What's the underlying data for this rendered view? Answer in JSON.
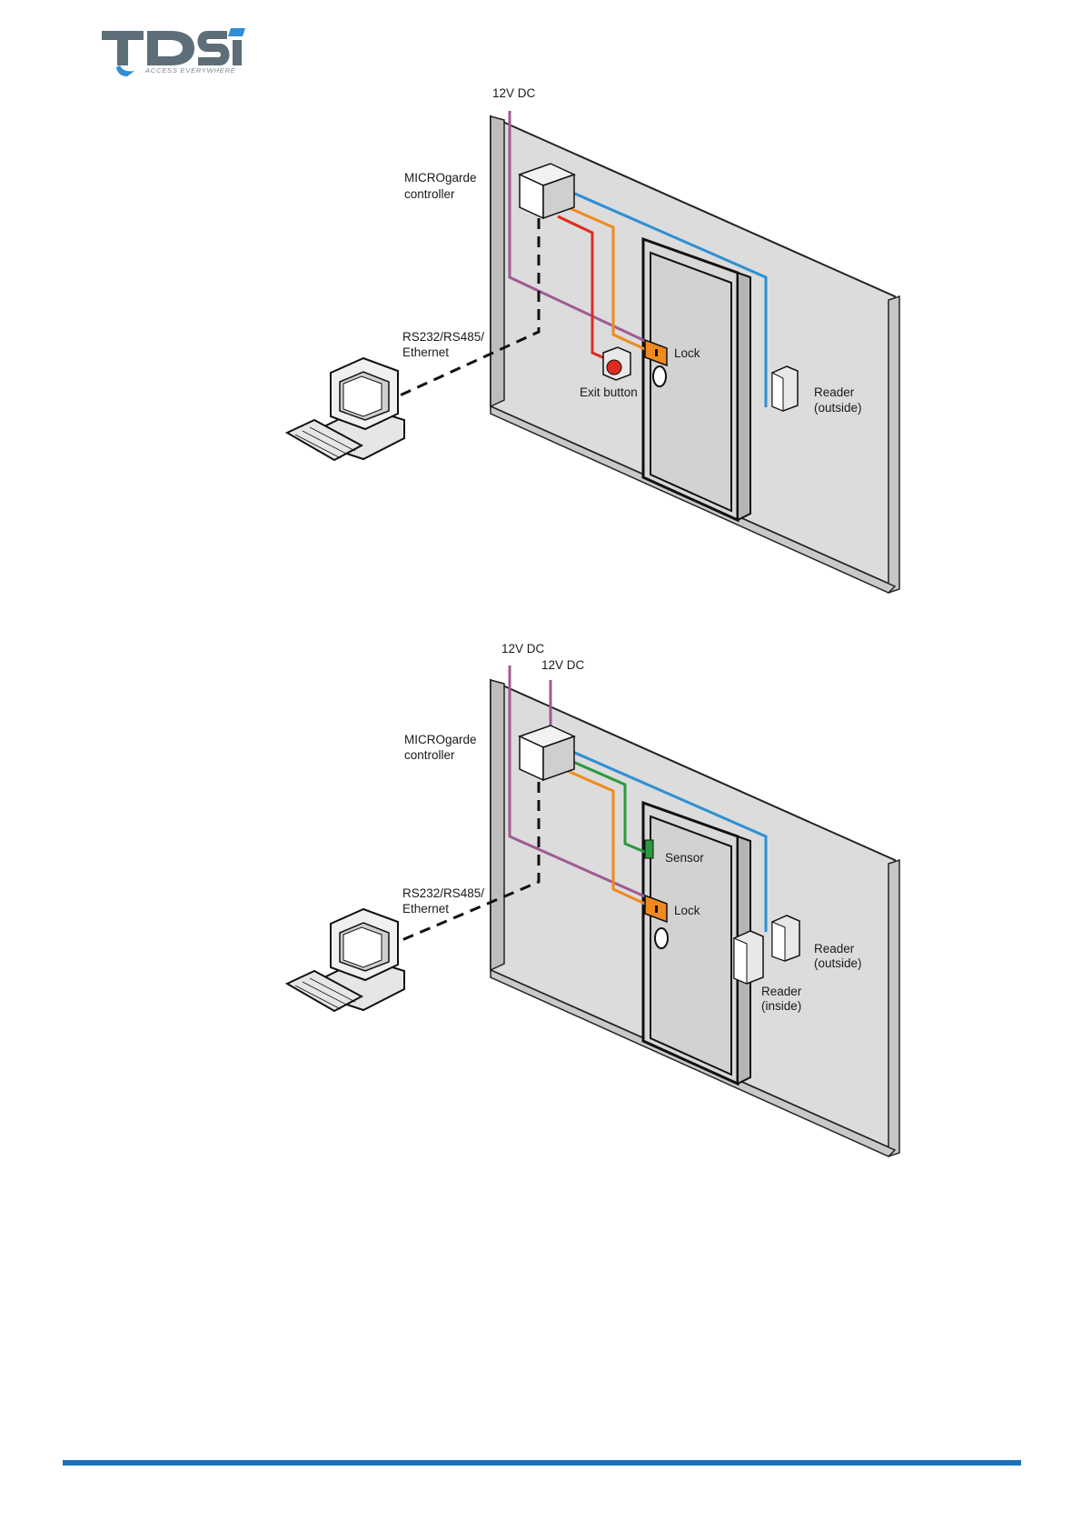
{
  "header": {
    "logo_text": "TDSi",
    "tagline": "ACCESS EVERYWHERE"
  },
  "diagram1": {
    "power_label": "12V DC",
    "controller_label_line1": "MICROgarde",
    "controller_label_line2": "controller",
    "comms_label_line1": "RS232/RS485/",
    "comms_label_line2": "Ethernet",
    "lock_label": "Lock",
    "exit_button_label": "Exit button",
    "reader_outside_line1": "Reader",
    "reader_outside_line2": "(outside)"
  },
  "diagram2": {
    "power_label_1": "12V DC",
    "power_label_2": "12V DC",
    "controller_label_line1": "MICROgarde",
    "controller_label_line2": "controller",
    "comms_label_line1": "RS232/RS485/",
    "comms_label_line2": "Ethernet",
    "sensor_label": "Sensor",
    "lock_label": "Lock",
    "reader_outside_line1": "Reader",
    "reader_outside_line2": "(outside)",
    "reader_inside_line1": "Reader",
    "reader_inside_line2": "(inside)"
  },
  "colors": {
    "purple_wire": "#a05a93",
    "blue_wire": "#2e8fd4",
    "orange_wire": "#f08a1e",
    "red_wire": "#e02a1f",
    "green_wire": "#2a9a3e",
    "lock_orange": "#f08a1e",
    "wall_grey": "#d9d9d9",
    "footer_blue": "#1c72b8"
  }
}
